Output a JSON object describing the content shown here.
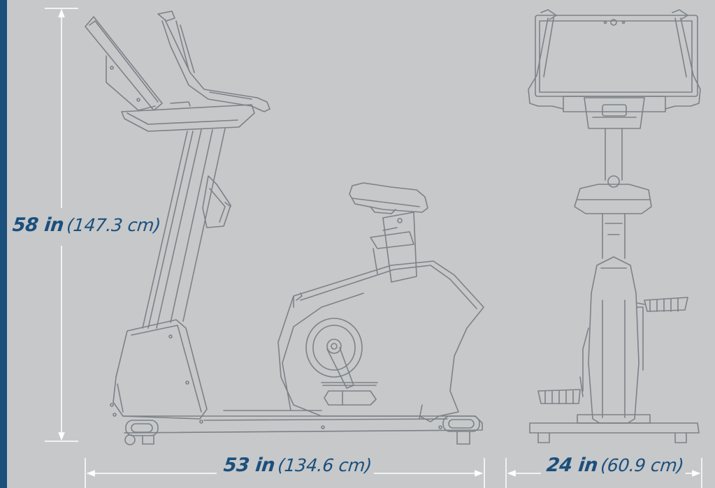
{
  "colors": {
    "background": "#c6c8ca",
    "accent": "#1b4f7c",
    "line_art": "#7d8288",
    "dimension_line": "#ffffff"
  },
  "dimensions": {
    "height": {
      "value": "58 in",
      "metric": "(147.3 cm)"
    },
    "depth": {
      "value": "53 in",
      "metric": "(134.6 cm)"
    },
    "width": {
      "value": "24 in",
      "metric": "(60.9 cm)"
    }
  },
  "views": {
    "side_view": "upright-bike-side-view",
    "front_view": "upright-bike-front-view"
  }
}
